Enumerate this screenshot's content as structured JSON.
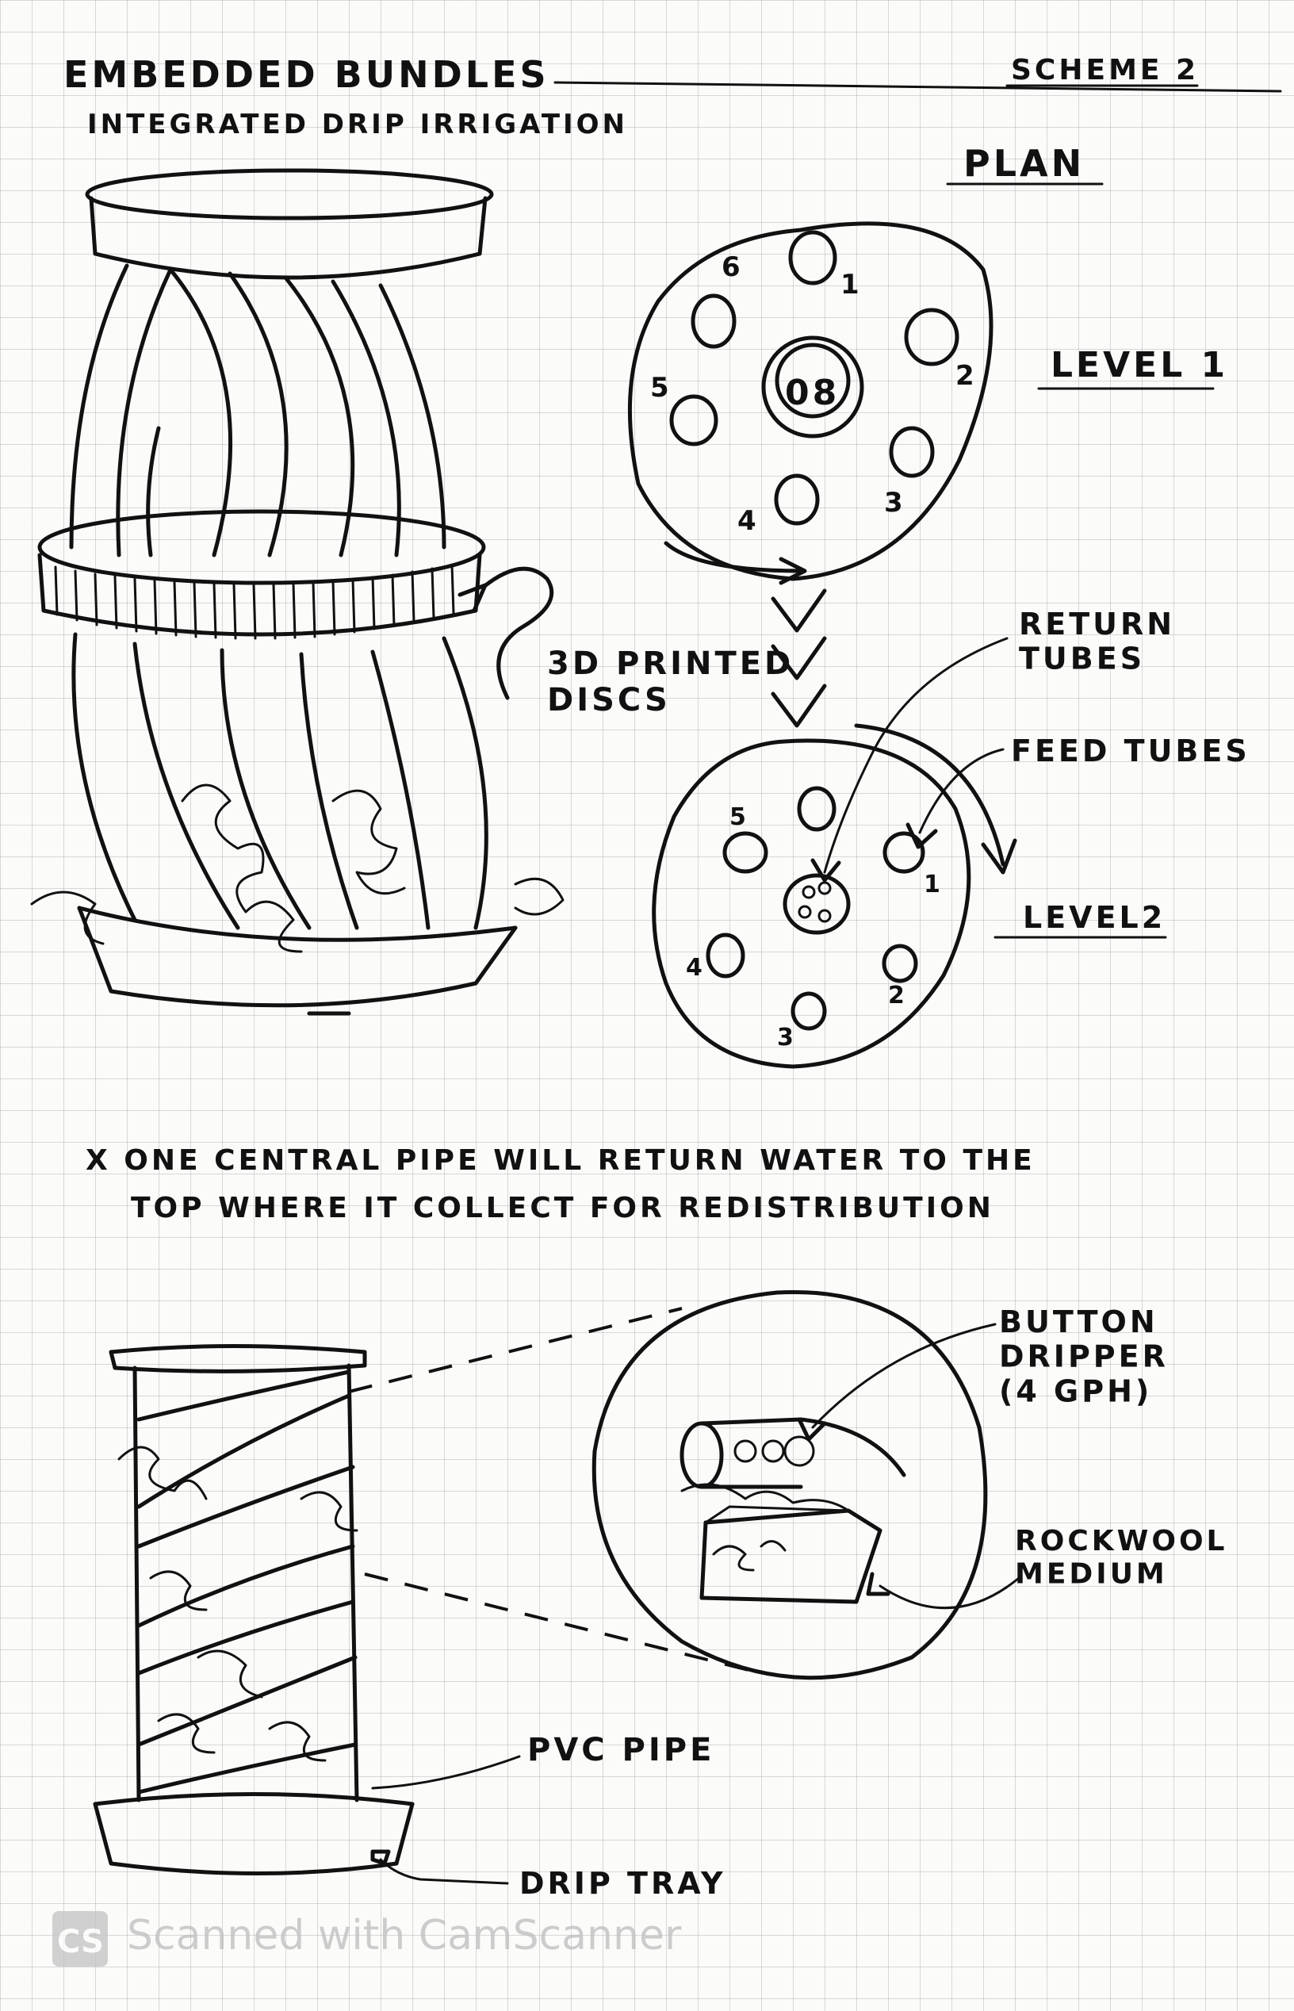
{
  "header": {
    "title": "EMBEDDED BUNDLES",
    "scheme": "SCHEME 2",
    "subtitle": "INTEGRATED DRIP IRRIGATION"
  },
  "plan": {
    "heading": "PLAN",
    "level1": {
      "label": "LEVEL 1",
      "center_marks": "08",
      "holes": [
        "1",
        "2",
        "3",
        "4",
        "5",
        "6"
      ]
    },
    "level2": {
      "label": "LEVEL2",
      "holes": [
        "1",
        "2",
        "3",
        "4",
        "5"
      ]
    },
    "labels": {
      "discs": "3D PRINTED\nDISCS",
      "return_tubes": "RETURN\nTUBES",
      "feed_tubes": "FEED TUBES"
    }
  },
  "note": {
    "line1": "X  ONE CENTRAL PIPE WILL RETURN WATER TO THE",
    "line2": "TOP WHERE IT COLLECT FOR REDISTRIBUTION"
  },
  "detail": {
    "dripper": "BUTTON\nDRIPPER\n(4 GPH)",
    "rockwool": "ROCKWOOL\nMEDIUM",
    "pvc": "PVC  PIPE",
    "tray": "DRIP TRAY"
  },
  "watermark": {
    "logo": "CS",
    "text": "Scanned with CamScanner"
  }
}
